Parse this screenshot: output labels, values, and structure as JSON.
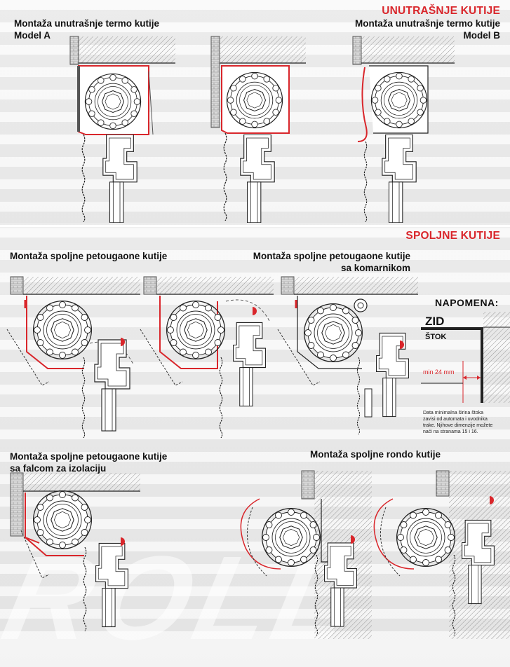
{
  "sections": {
    "interior_title": "UNUTRAŠNJE KUTIJE",
    "exterior_title": "SPOLJNE KUTIJE"
  },
  "captions": {
    "model_a": "Montaža unutrašnje termo kutije\nModel A",
    "model_b": "Montaža unutrašnje termo kutije\nModel B",
    "ext_pentagonal": "Montaža spoljne petougaone kutije",
    "ext_pentagonal_mosquito": "Montaža spoljne petougaone kutije\nsa komarnikom",
    "ext_pentagonal_rebate": "Montaža spoljne petougaone kutije\nsa falcom za izolaciju",
    "ext_rondo": "Montaža spoljne rondo kutije"
  },
  "note": {
    "title": "NAPOMENA:",
    "wall_label": "ZID",
    "frame_label": "ŠTOK",
    "min_label": "min 24 mm",
    "text": "Data minimalna širina štoka zavisi od automata i uvodnika trake. Njihove dimenzije možete naći na stranama 15 i 16."
  },
  "colors": {
    "accent": "#d9262b",
    "line": "#222222",
    "wall_hatch": "#888888"
  }
}
